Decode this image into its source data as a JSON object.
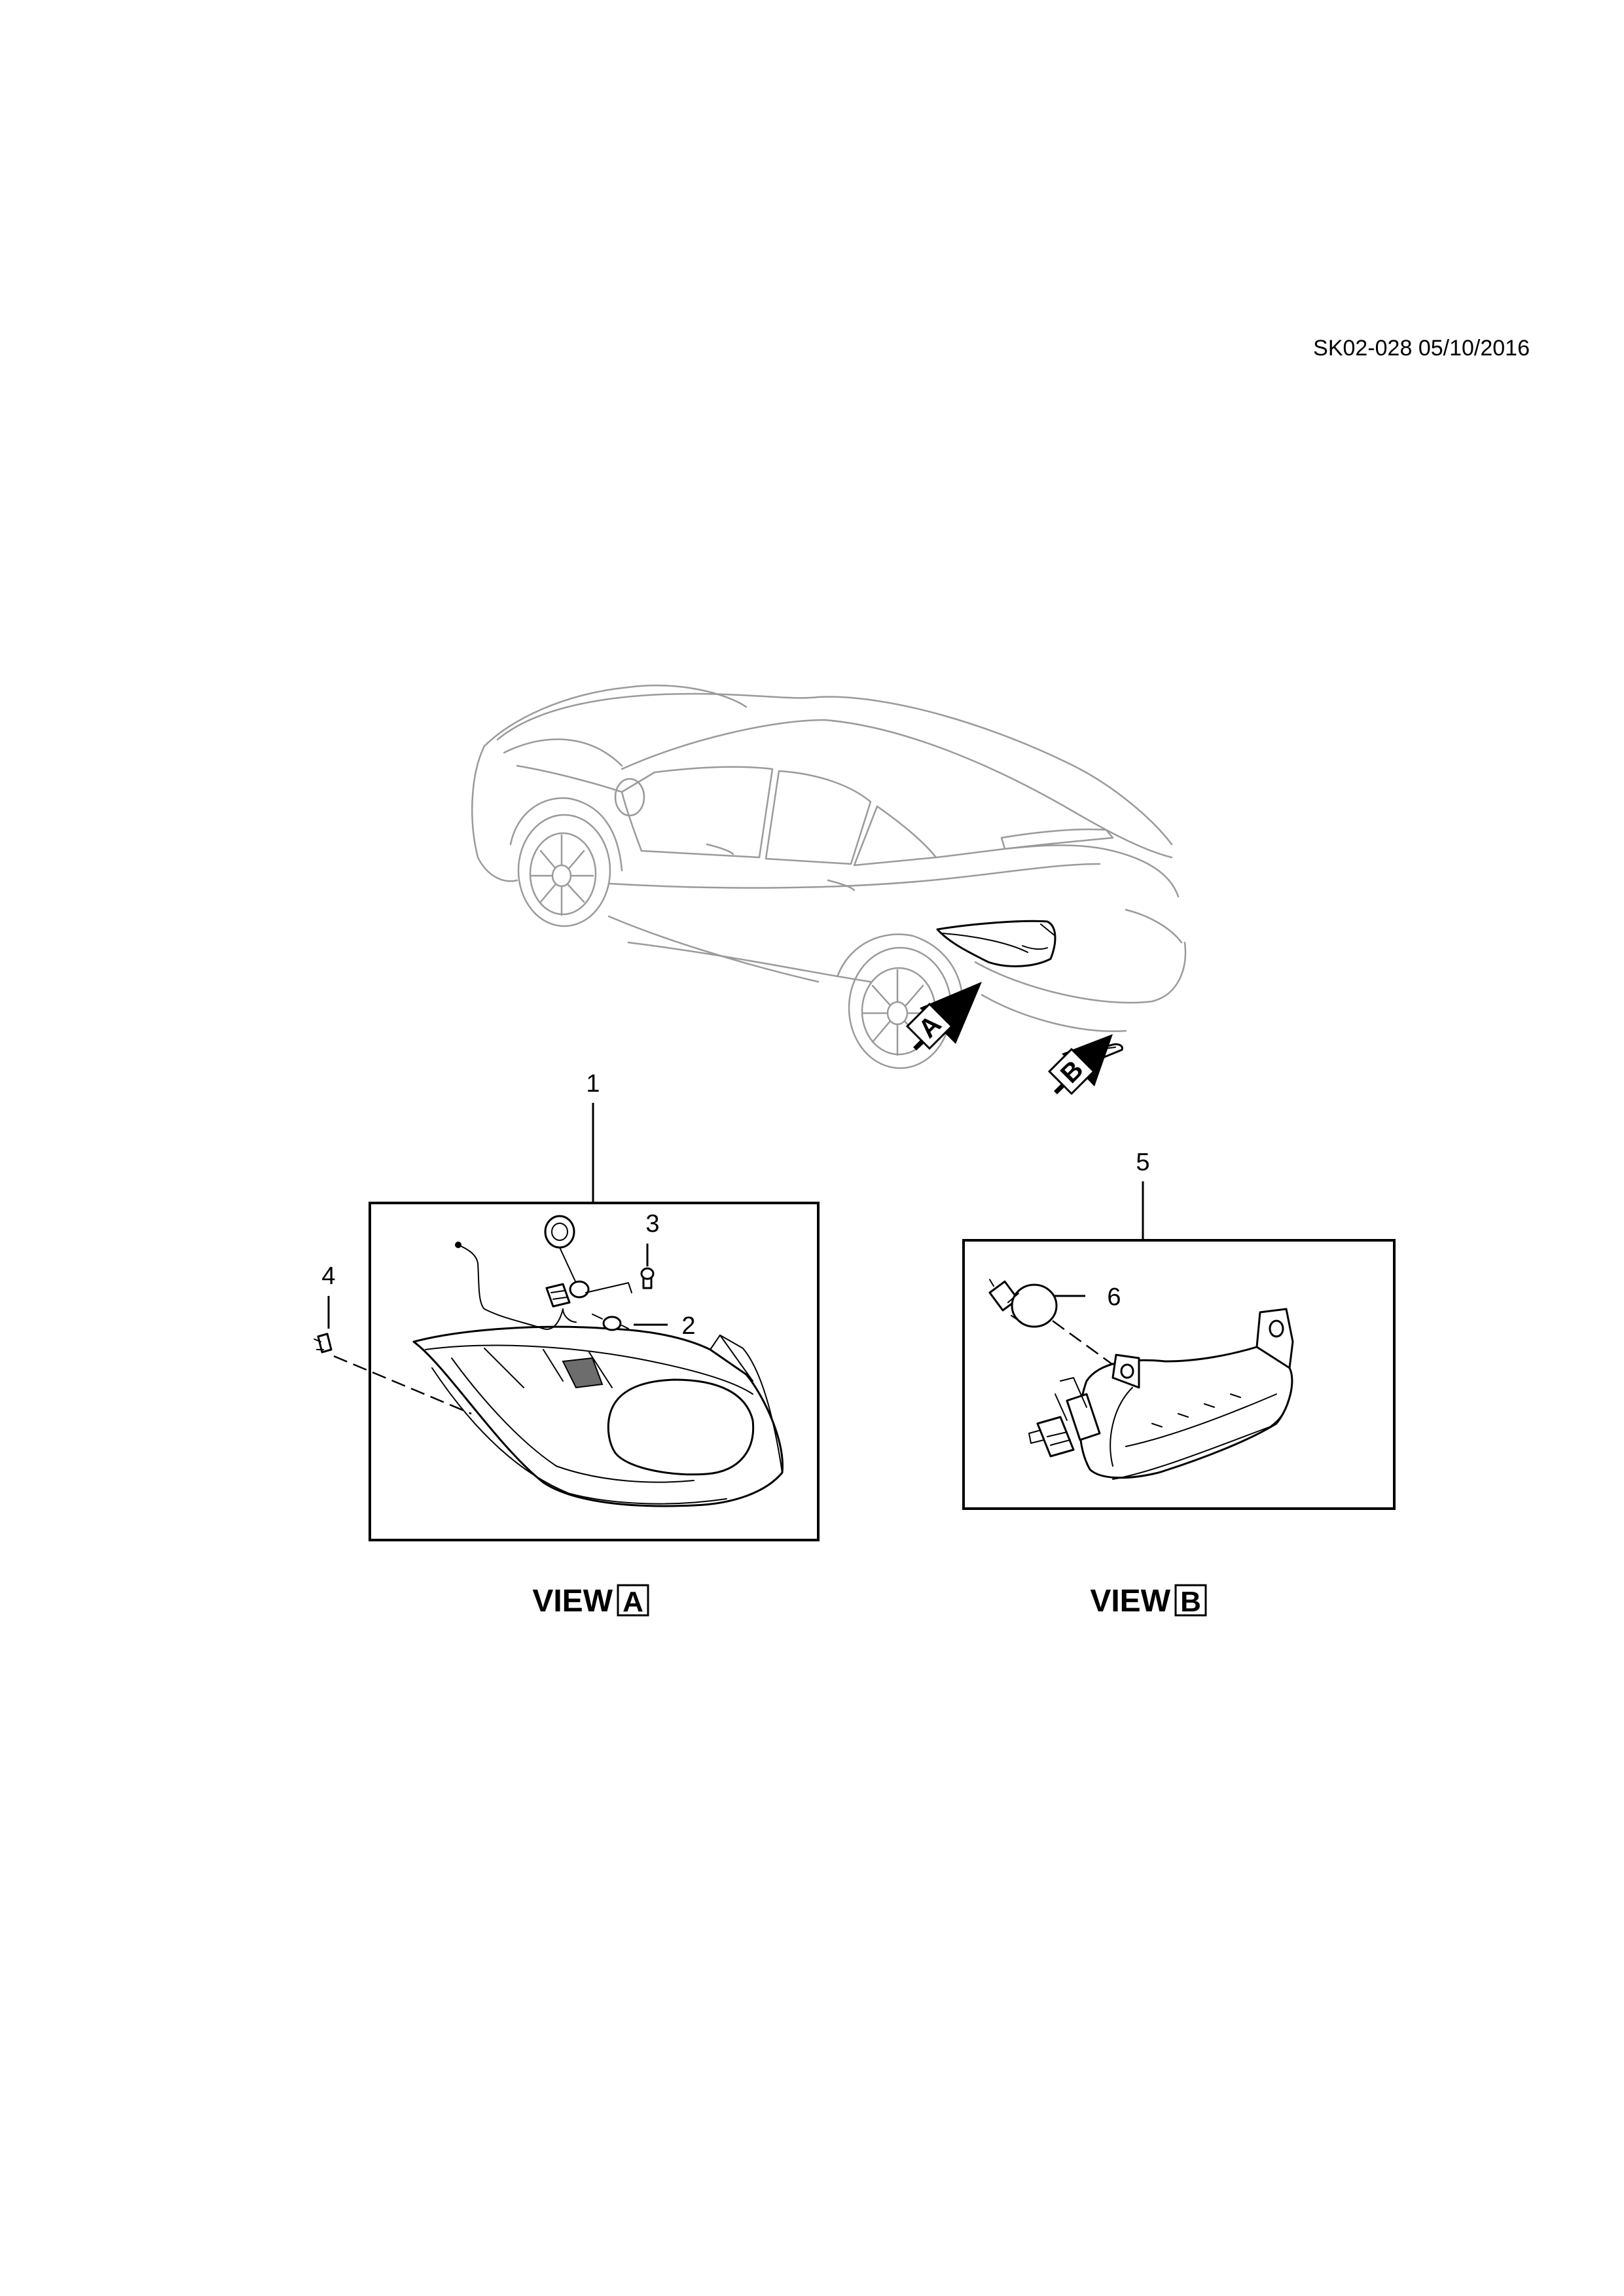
{
  "drawing_ref": "SK02-028 05/10/2016",
  "callouts": {
    "c1": "1",
    "c2": "2",
    "c3": "3",
    "c4": "4",
    "c5": "5",
    "c6": "6"
  },
  "arrows": {
    "a": "A",
    "b": "B"
  },
  "views": {
    "a_word": "VIEW",
    "a_letter": "A",
    "b_word": "VIEW",
    "b_letter": "B"
  }
}
